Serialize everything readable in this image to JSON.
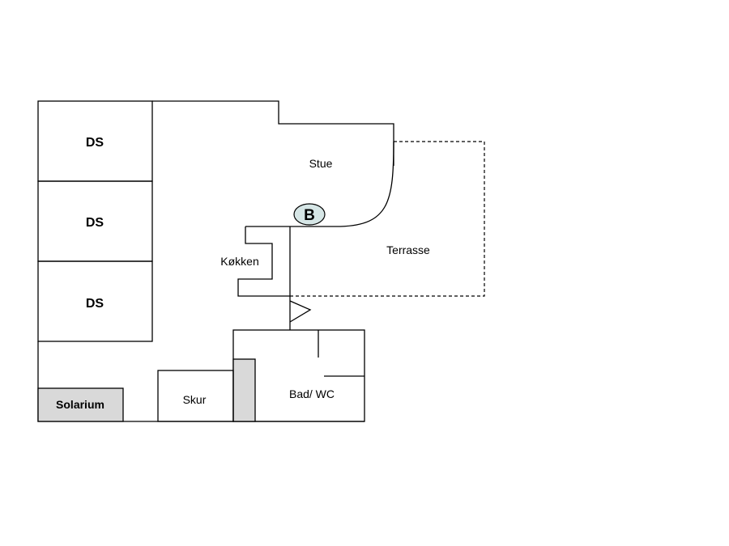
{
  "rooms": {
    "ds_1": "DS",
    "ds_2": "DS",
    "ds_3": "DS",
    "stue": "Stue",
    "terrasse": "Terrasse",
    "kokken": "Køkken",
    "bad_wc": "Bad/ WC",
    "skur": "Skur",
    "solarium": "Solarium"
  },
  "marker": {
    "label": "B"
  },
  "colors": {
    "wall": "#000000",
    "fill_grey": "#d9d9d9",
    "marker_fill": "#d6e6e6",
    "background": "#ffffff"
  }
}
